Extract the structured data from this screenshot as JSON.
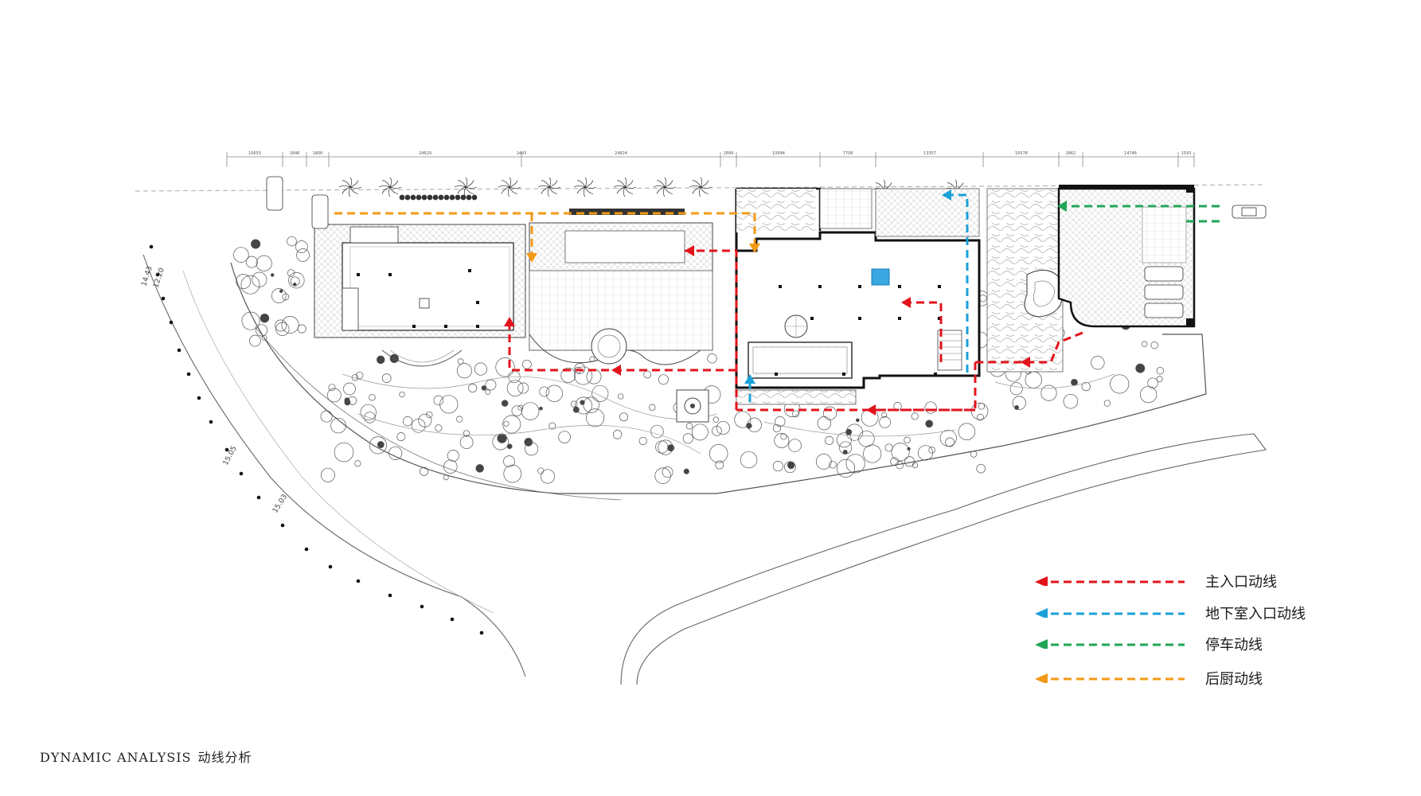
{
  "footer": {
    "title_en": "DYNAMIC ANALYSIS",
    "title_cn": "动线分析"
  },
  "legend": [
    {
      "label": "主入口动线",
      "color": "#e3131b"
    },
    {
      "label": "地下室入口动线",
      "color": "#1aa0d8"
    },
    {
      "label": "停车动线",
      "color": "#21a656"
    },
    {
      "label": "后厨动线",
      "color": "#f39a17"
    }
  ],
  "dimensions_top": [
    "10653",
    "1848",
    "1806",
    "24629",
    "1493",
    "24824",
    "2899",
    "10994",
    "7708",
    "13357",
    "10578",
    "2862",
    "14746",
    "1593"
  ],
  "elevations": [
    "14.43",
    "12.20",
    "15.05",
    "15.03"
  ],
  "colors": {
    "line": "#4a4a4a",
    "wall": "#111111",
    "main_entrance": "#e3131b",
    "basement": "#1aa0d8",
    "parking": "#21a656",
    "kitchen": "#f39a17"
  }
}
